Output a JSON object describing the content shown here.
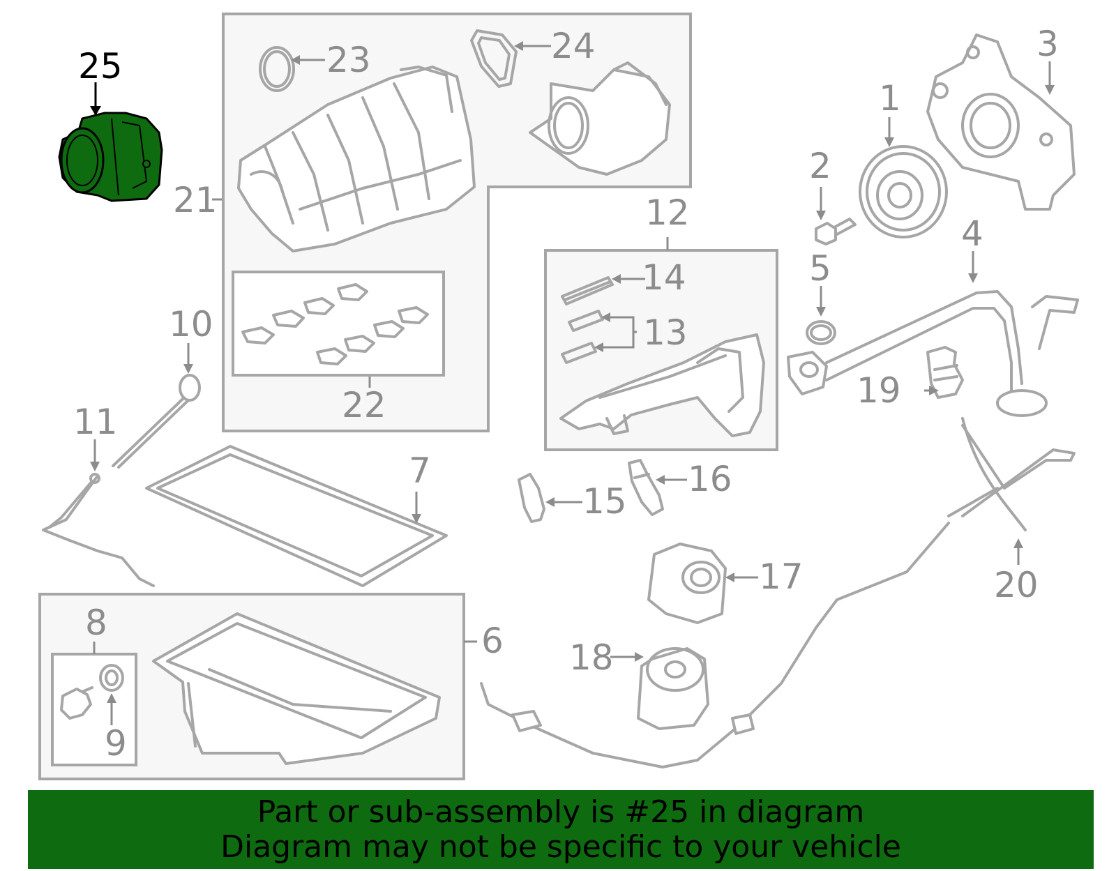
{
  "callouts": {
    "c1": "1",
    "c2": "2",
    "c3": "3",
    "c4": "4",
    "c5": "5",
    "c6": "6",
    "c7": "7",
    "c8": "8",
    "c9": "9",
    "c10": "10",
    "c11": "11",
    "c12": "12",
    "c13": "13",
    "c14": "14",
    "c15": "15",
    "c16": "16",
    "c17": "17",
    "c18": "18",
    "c19": "19",
    "c20": "20",
    "c21": "21",
    "c22": "22",
    "c23": "23",
    "c24": "24",
    "c25": "25"
  },
  "highlight": {
    "callout": "25",
    "color": "#0f6b0f"
  },
  "banner": {
    "line1": "Part or sub-assembly is #25 in diagram",
    "line2": "Diagram may not be specific to your vehicle",
    "background": "#0f6b0f"
  }
}
